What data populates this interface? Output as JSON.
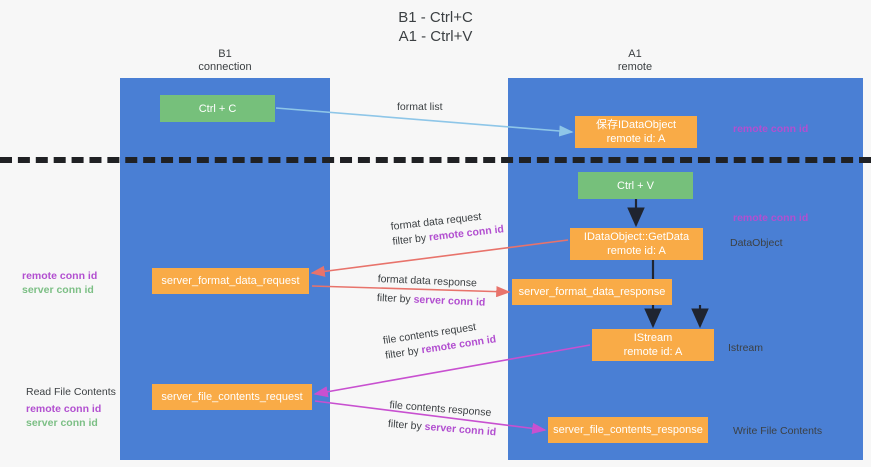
{
  "title": {
    "line1": "B1 - Ctrl+C",
    "line2": "A1 - Ctrl+V"
  },
  "lanes": [
    {
      "id": "b1",
      "name": "B1",
      "subtitle": "connection"
    },
    {
      "id": "a1",
      "name": "A1",
      "subtitle": "remote"
    }
  ],
  "nodes": {
    "ctrl_c": {
      "label": "Ctrl + C",
      "sub": "",
      "color": "#76c07b"
    },
    "save_dataobj": {
      "label": "保存IDataObject",
      "sub": "remote id: A",
      "color": "#f9ab47"
    },
    "ctrl_v": {
      "label": "Ctrl + V",
      "sub": "",
      "color": "#76c07b"
    },
    "getdata": {
      "label": "IDataObject::GetData",
      "sub": "remote id: A",
      "color": "#f9ab47"
    },
    "sfd_request": {
      "label": "server_format_data_request",
      "sub": "",
      "color": "#f9ab47"
    },
    "sfd_response": {
      "label": "server_format_data_response",
      "sub": "",
      "color": "#f9ab47"
    },
    "istream": {
      "label": "IStream",
      "sub": "remote id: A",
      "color": "#f9ab47"
    },
    "sfc_request": {
      "label": "server_file_contents_request",
      "sub": "",
      "color": "#f9ab47"
    },
    "sfc_response": {
      "label": "server_file_contents_response",
      "sub": "",
      "color": "#f9ab47"
    }
  },
  "edge_labels": {
    "format_list": "format list",
    "format_data_request": "format data request",
    "format_data_request_filter_prefix": "filter by ",
    "format_data_request_filter_key": "remote conn id",
    "format_data_response": "format data response",
    "format_data_response_filter_prefix": "filter by ",
    "format_data_response_filter_key": "server conn id",
    "file_contents_request": "file contents request",
    "file_contents_request_filter_prefix": "filter by ",
    "file_contents_request_filter_key": "remote conn id",
    "file_contents_response": "file contents response",
    "file_contents_response_filter_prefix": "filter by ",
    "file_contents_response_filter_key": "server conn id"
  },
  "annotations": {
    "remote_conn_id_top": "remote conn id",
    "remote_conn_id_mid": "remote conn id",
    "dataobject": "DataObject",
    "istream": "Istream",
    "write_file_contents": "Write File Contents",
    "read_file_contents": "Read File Contents",
    "left_remote_conn_id_1": "remote conn id",
    "left_server_conn_id_1": "server conn id",
    "left_remote_conn_id_2": "remote conn id",
    "left_server_conn_id_2": "server conn id"
  },
  "colors": {
    "lane": "#4a7fd4",
    "green_node": "#76c07b",
    "orange_node": "#f9ab47",
    "purple_text": "#b24fd0",
    "green_text": "#7cbf85",
    "arrow_blue": "#8ec6e8",
    "arrow_red": "#e8736b",
    "arrow_magenta": "#c850d0",
    "arrow_dark": "#1f2430",
    "divider": "#202124",
    "background": "#f7f7f7"
  }
}
